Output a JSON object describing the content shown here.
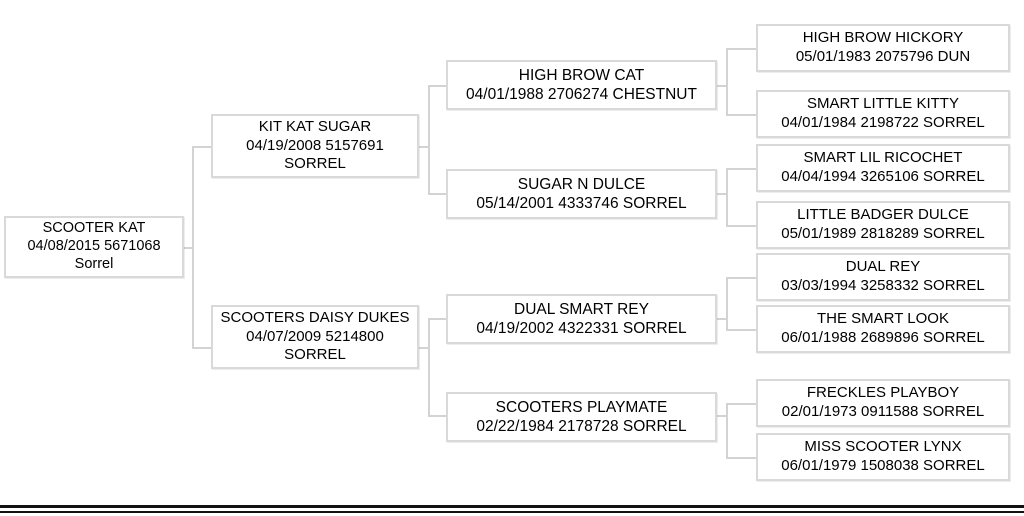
{
  "chart_data": {
    "type": "diagram",
    "title": "",
    "diagram_kind": "pedigree-tree",
    "generations": 4,
    "orientation": "left-to-right"
  },
  "subject": {
    "name": "SCOOTER KAT",
    "details": "04/08/2015 5671068",
    "color": "Sorrel"
  },
  "generation1": [
    {
      "name": "KIT KAT SUGAR",
      "details": "04/19/2008 5157691",
      "color": "SORREL"
    },
    {
      "name": "SCOOTERS DAISY DUKES",
      "details": "04/07/2009 5214800",
      "color": "SORREL"
    }
  ],
  "generation2": [
    {
      "name": "HIGH BROW CAT",
      "details": "04/01/1988 2706274 CHESTNUT"
    },
    {
      "name": "SUGAR N DULCE",
      "details": "05/14/2001 4333746 SORREL"
    },
    {
      "name": "DUAL SMART REY",
      "details": "04/19/2002 4322331 SORREL"
    },
    {
      "name": "SCOOTERS PLAYMATE",
      "details": "02/22/1984 2178728 SORREL"
    }
  ],
  "generation3": [
    {
      "name": "HIGH BROW HICKORY",
      "details": "05/01/1983 2075796 DUN"
    },
    {
      "name": "SMART LITTLE KITTY",
      "details": "04/01/1984 2198722 SORREL"
    },
    {
      "name": "SMART LIL RICOCHET",
      "details": "04/04/1994 3265106 SORREL"
    },
    {
      "name": "LITTLE BADGER DULCE",
      "details": "05/01/1989 2818289 SORREL"
    },
    {
      "name": "DUAL REY",
      "details": "03/03/1994 3258332 SORREL"
    },
    {
      "name": "THE SMART LOOK",
      "details": "06/01/1988 2689896 SORREL"
    },
    {
      "name": "FRECKLES PLAYBOY",
      "details": "02/01/1973 0911588 SORREL"
    },
    {
      "name": "MISS SCOOTER LYNX",
      "details": "06/01/1979 1508038 SORREL"
    }
  ],
  "colors": {
    "box_border": "#d9d9d9",
    "connector": "#d3d3d3",
    "text": "#000000",
    "background": "#ffffff",
    "rule": "#111111"
  }
}
